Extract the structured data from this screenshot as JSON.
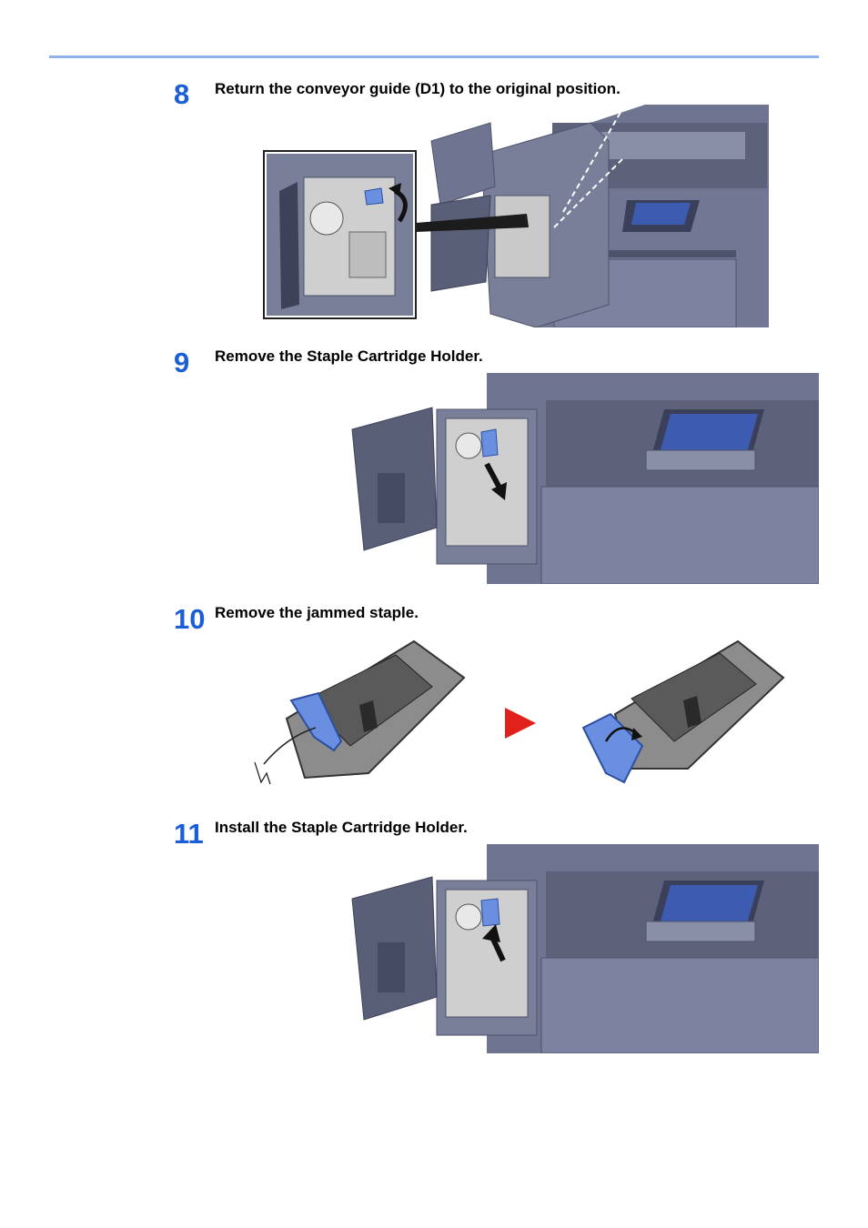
{
  "colors": {
    "accent_blue": "#1a5fd6",
    "rule": "#8fb2e8",
    "machine": "#6f7591",
    "machine_dark": "#4e536b",
    "interior": "#c9c9c9",
    "part_blue": "#6a8fe0",
    "red_arrow": "#e0211c"
  },
  "steps": [
    {
      "number": "8",
      "text": "Return the conveyor guide (D1) to the original position."
    },
    {
      "number": "9",
      "text": "Remove the Staple Cartridge Holder."
    },
    {
      "number": "10",
      "text": "Remove the jammed staple."
    },
    {
      "number": "11",
      "text": "Install the Staple Cartridge Holder."
    }
  ]
}
